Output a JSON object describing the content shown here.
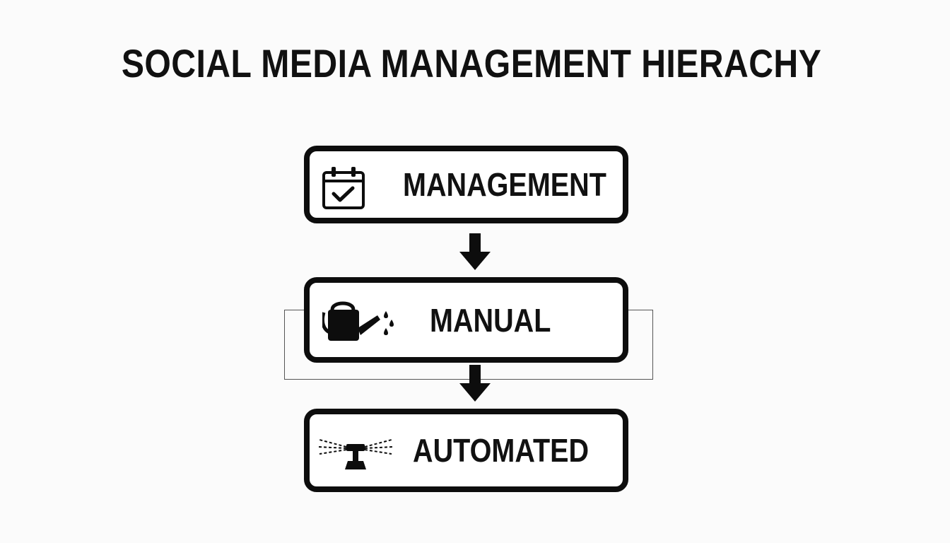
{
  "title": "SOCIAL MEDIA MANAGEMENT HIERACHY",
  "levels": [
    {
      "label": "MANAGEMENT",
      "icon": "calendar-check-icon"
    },
    {
      "label": "MANUAL",
      "icon": "watering-can-icon"
    },
    {
      "label": "AUTOMATED",
      "icon": "sprinkler-icon"
    }
  ],
  "colors": {
    "background": "#fbfbfb",
    "ink": "#0d0d0d",
    "box_fill": "#ffffff"
  }
}
